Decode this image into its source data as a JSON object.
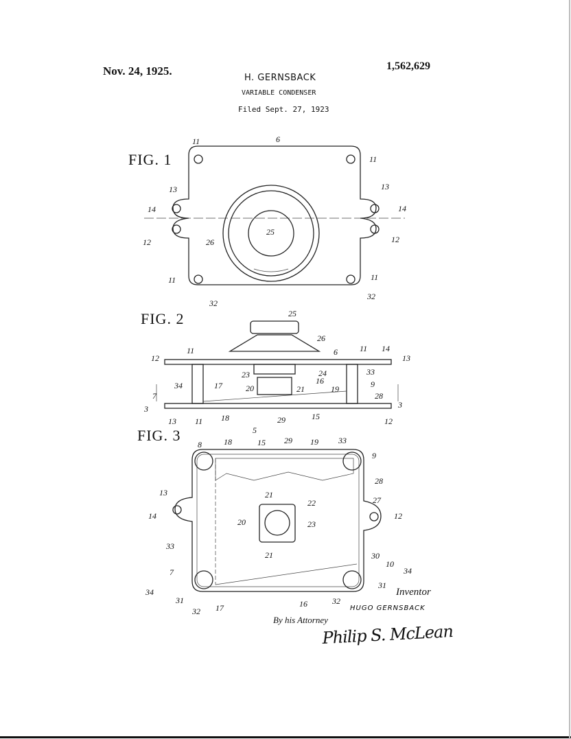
{
  "header": {
    "date": "Nov. 24, 1925.",
    "patent_number": "1,562,629",
    "inventor": "H. GERNSBACK",
    "title": "VARIABLE CONDENSER",
    "filed": "Filed Sept. 27, 1923"
  },
  "figures": [
    {
      "label": "FIG. 1",
      "refs": [
        "11",
        "6",
        "11",
        "13",
        "14",
        "13",
        "14",
        "12",
        "26",
        "25",
        "12",
        "11",
        "11",
        "32",
        "32"
      ]
    },
    {
      "label": "FIG. 2",
      "refs": [
        "25",
        "26",
        "11",
        "12",
        "6",
        "11",
        "14",
        "13",
        "23",
        "24",
        "33",
        "34",
        "17",
        "16",
        "20",
        "21",
        "19",
        "9",
        "7",
        "28",
        "3",
        "3",
        "13",
        "11",
        "18",
        "29",
        "15",
        "12",
        "5"
      ]
    },
    {
      "label": "FIG. 3",
      "refs": [
        "8",
        "18",
        "15",
        "29",
        "19",
        "33",
        "9",
        "28",
        "13",
        "21",
        "22",
        "27",
        "14",
        "20",
        "23",
        "12",
        "33",
        "21",
        "30",
        "10",
        "34",
        "7",
        "31",
        "34",
        "31",
        "17",
        "32",
        "16",
        "32"
      ]
    }
  ],
  "signature": {
    "inventor_caption": "Inventor",
    "inventor_name": "HUGO GERNSBACK",
    "attorney_caption": "By his Attorney",
    "attorney_signature": "Philip S. McLean"
  }
}
